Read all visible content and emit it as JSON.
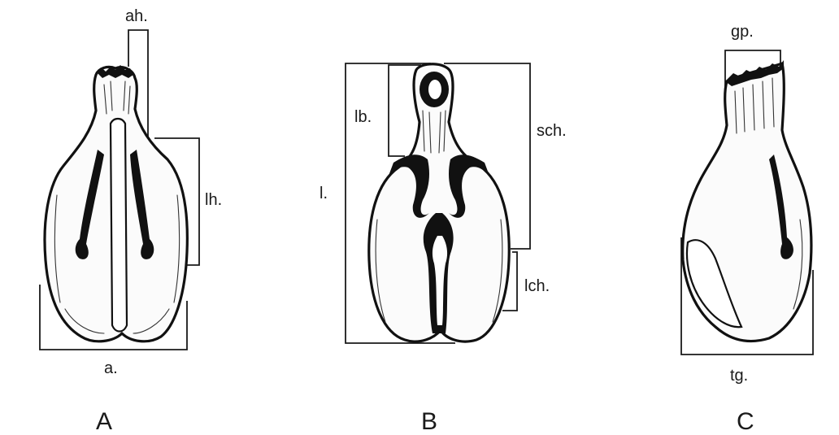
{
  "figures": [
    {
      "id": "A",
      "panel_label": "A",
      "labels": {
        "apical_hump": "ah.",
        "lateral_hump": "lh.",
        "seed_body": "a."
      }
    },
    {
      "id": "B",
      "panel_label": "B",
      "labels": {
        "length": "l.",
        "beak": "lb.",
        "upper_part": "sch.",
        "lower_part": "lch."
      }
    },
    {
      "id": "C",
      "panel_label": "C",
      "labels": {
        "top": "gp.",
        "base": "tg."
      }
    }
  ]
}
